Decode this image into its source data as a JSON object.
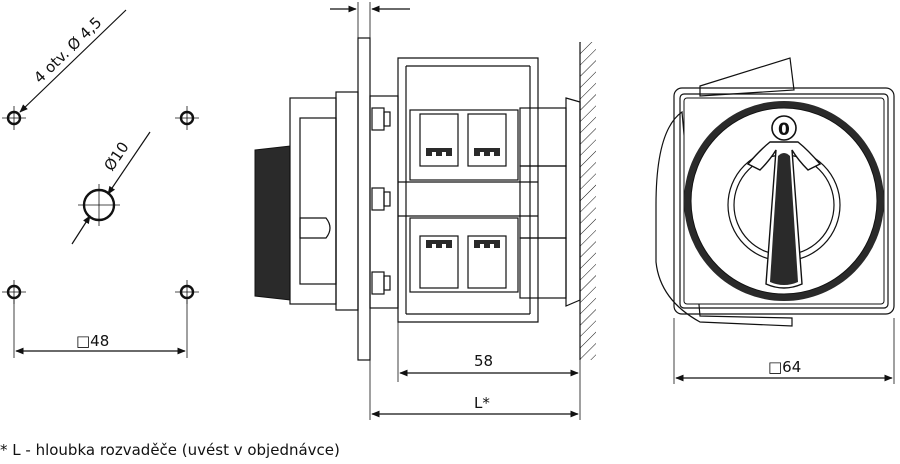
{
  "labels": {
    "holes": "4 otv. Ø 4,5",
    "center_hole": "Ø10",
    "mount_square": "□48",
    "body_depth": "58",
    "total_depth": "L*",
    "front_square": "□64",
    "position_mark": "0"
  },
  "footnote": "* L - hloubka rozvaděče (uvést v objednávce)",
  "colors": {
    "line": "#111111",
    "face": "#ffffff",
    "dark": "#2a2a2a",
    "mid": "#9a9a9a"
  }
}
